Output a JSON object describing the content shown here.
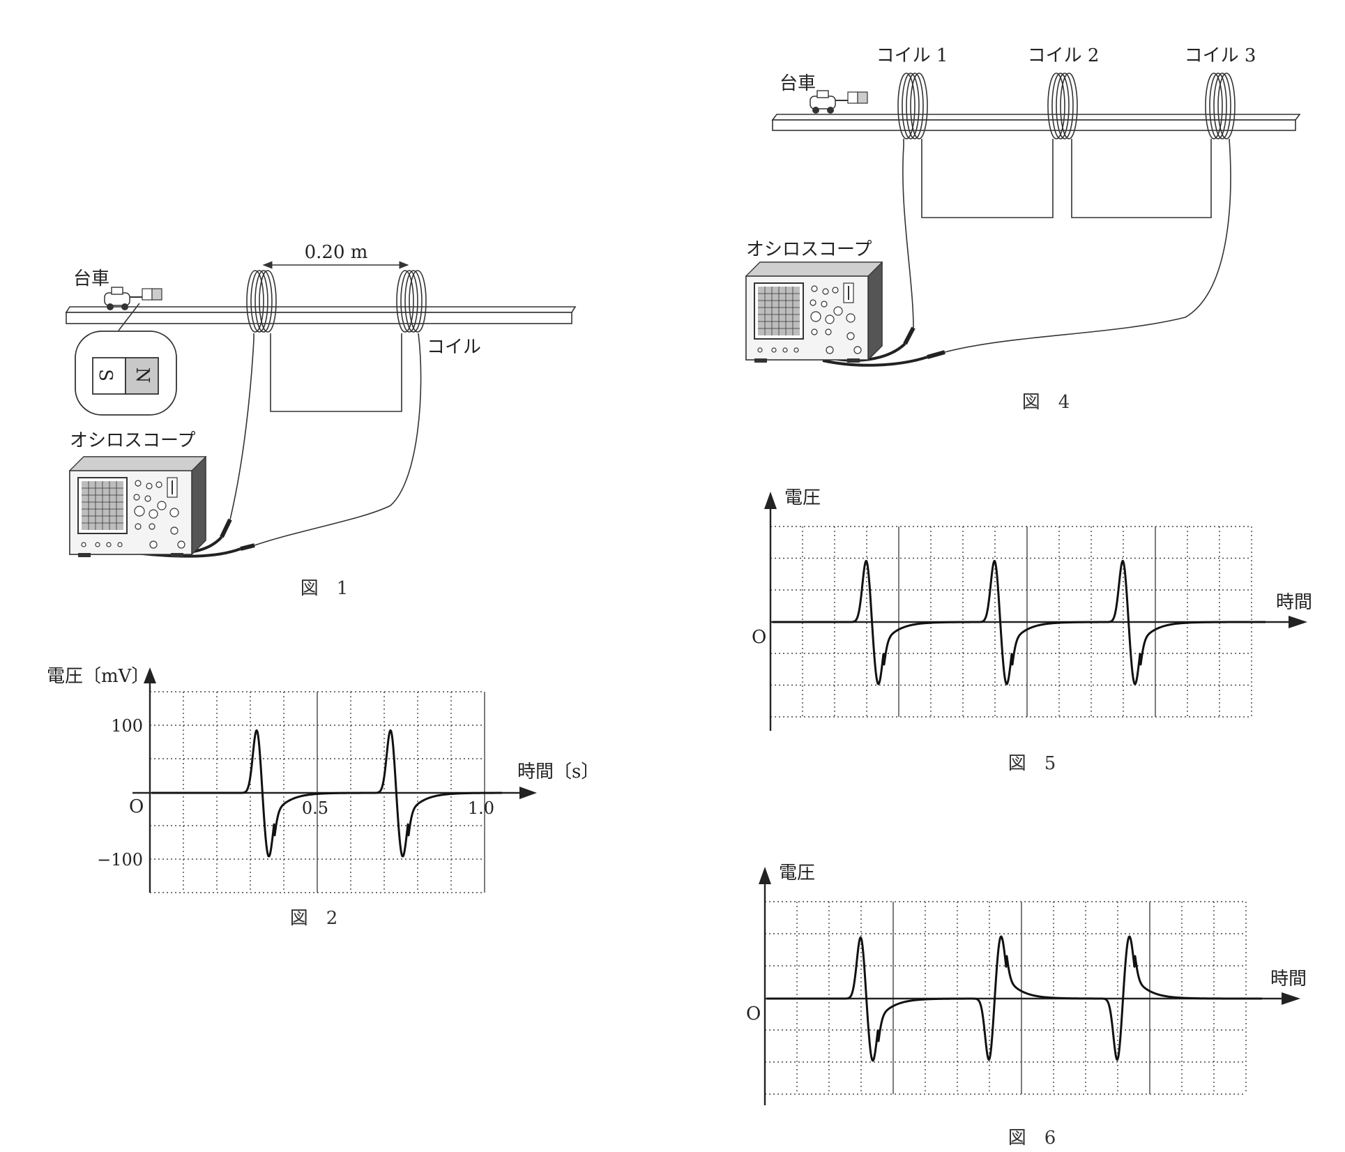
{
  "fig1": {
    "caption": "図　1",
    "cart_label": "台車",
    "distance_label": "0.20 m",
    "coil_label": "コイル",
    "magnet_s": "S",
    "magnet_n": "N",
    "scope_label": "オシロスコープ"
  },
  "fig2": {
    "caption": "図　2",
    "ylabel": "電圧〔mV〕",
    "xlabel": "時間〔s〕",
    "origin": "O",
    "y_ticks": [
      "100",
      "−100"
    ],
    "x_ticks": [
      "0.5",
      "1.0"
    ]
  },
  "fig4": {
    "caption": "図　4",
    "cart_label": "台車",
    "coil1": "コイル 1",
    "coil2": "コイル 2",
    "coil3": "コイル 3",
    "scope_label": "オシロスコープ"
  },
  "fig5": {
    "caption": "図　5",
    "ylabel": "電圧",
    "xlabel": "時間",
    "origin": "O"
  },
  "fig6": {
    "caption": "図　6",
    "ylabel": "電圧",
    "xlabel": "時間",
    "origin": "O"
  },
  "chart_data": [
    {
      "id": "fig2",
      "type": "line",
      "xlabel": "時間〔s〕",
      "ylabel": "電圧〔mV〕",
      "xlim": [
        0,
        1.05
      ],
      "ylim": [
        -140,
        160
      ],
      "x_ticks": [
        0.5,
        1.0
      ],
      "y_ticks": [
        100,
        -100
      ],
      "grid": true,
      "pulses": [
        {
          "center": 0.33,
          "peak_mV": 97,
          "trough_mV": -100,
          "order": "positive-first"
        },
        {
          "center": 0.73,
          "peak_mV": 97,
          "trough_mV": -100,
          "order": "positive-first"
        }
      ]
    },
    {
      "id": "fig5",
      "type": "line",
      "xlabel": "時間",
      "ylabel": "電圧",
      "grid": true,
      "pulses": [
        {
          "center_div": 3.1,
          "order": "positive-first"
        },
        {
          "center_div": 7.1,
          "order": "positive-first"
        },
        {
          "center_div": 11.1,
          "order": "positive-first"
        }
      ]
    },
    {
      "id": "fig6",
      "type": "line",
      "xlabel": "時間",
      "ylabel": "電圧",
      "grid": true,
      "pulses": [
        {
          "center_div": 3.1,
          "order": "positive-first"
        },
        {
          "center_div": 7.1,
          "order": "negative-first"
        },
        {
          "center_div": 11.1,
          "order": "negative-first"
        }
      ]
    }
  ]
}
